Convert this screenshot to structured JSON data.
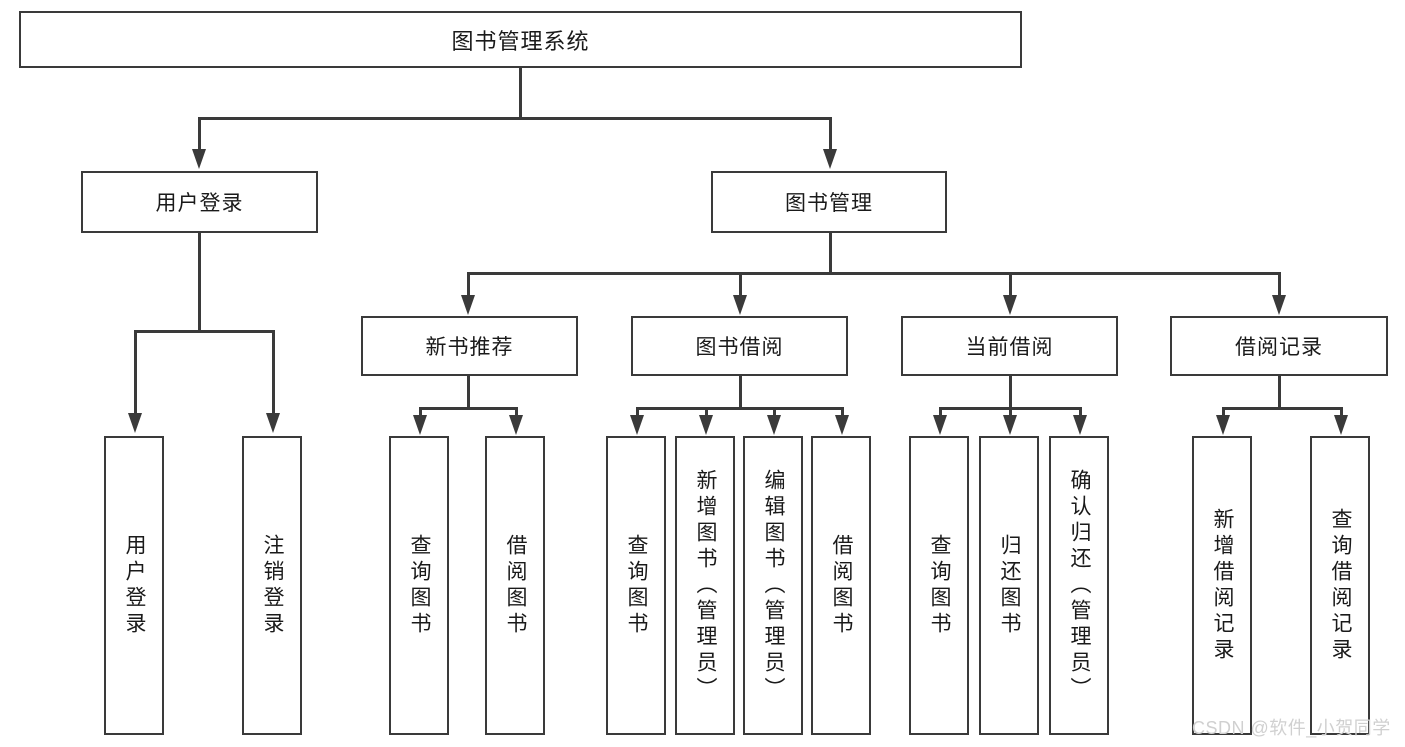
{
  "diagram": {
    "type": "tree-hierarchy-chart",
    "title": "图书管理系统",
    "root": {
      "label": "图书管理系统"
    },
    "level1": [
      {
        "label": "用户登录"
      },
      {
        "label": "图书管理"
      }
    ],
    "level2": [
      {
        "label": "新书推荐"
      },
      {
        "label": "图书借阅"
      },
      {
        "label": "当前借阅"
      },
      {
        "label": "借阅记录"
      }
    ],
    "leaves": {
      "user_login": [
        {
          "label": "用户登录"
        },
        {
          "label": "注销登录"
        }
      ],
      "new_book": [
        {
          "label": "查询图书"
        },
        {
          "label": "借阅图书"
        }
      ],
      "book_borrow": [
        {
          "label": "查询图书"
        },
        {
          "label": "新增图书（管理员）"
        },
        {
          "label": "编辑图书（管理员）"
        },
        {
          "label": "借阅图书"
        }
      ],
      "current_borrow": [
        {
          "label": "查询图书"
        },
        {
          "label": "归还图书"
        },
        {
          "label": "确认归还（管理员）"
        }
      ],
      "borrow_record": [
        {
          "label": "新增借阅记录"
        },
        {
          "label": "查询借阅记录"
        }
      ]
    }
  },
  "watermark": {
    "text": "CSDN @软件_小贺同学"
  },
  "colors": {
    "border": "#3a3a3a",
    "background": "#ffffff",
    "text": "#1a1a1a",
    "watermark": "#d0d0d0"
  }
}
